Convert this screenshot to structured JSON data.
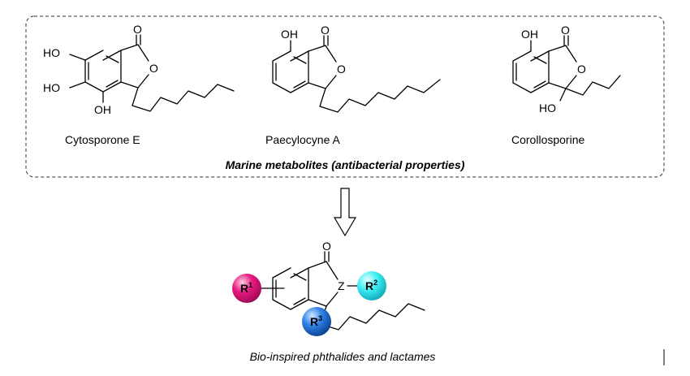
{
  "compounds": [
    {
      "name": "Cytosporone E",
      "atoms": {
        "oh1": "HO",
        "oh2": "HO",
        "oh3": "OH",
        "o_ring": "O",
        "o_carbonyl": "O"
      }
    },
    {
      "name": "Paecylocyne A",
      "atoms": {
        "oh1": "OH",
        "o_ring": "O",
        "o_carbonyl": "O"
      }
    },
    {
      "name": "Corollosporine",
      "atoms": {
        "oh1": "OH",
        "oh2": "HO",
        "o_ring": "O",
        "o_carbonyl": "O"
      }
    }
  ],
  "group_label": "Marine metabolites (antibacterial properties)",
  "scaffold": {
    "o_carbonyl": "O",
    "z_atom": "Z",
    "r1": {
      "main": "R",
      "sup": "1",
      "color": "#e8197f"
    },
    "r2": {
      "main": "R",
      "sup": "2",
      "color": "#2ee8f0"
    },
    "r3": {
      "main": "R",
      "sup": "3",
      "color": "#1e6ed8"
    }
  },
  "caption": "Bio-inspired phthalides and lactames"
}
